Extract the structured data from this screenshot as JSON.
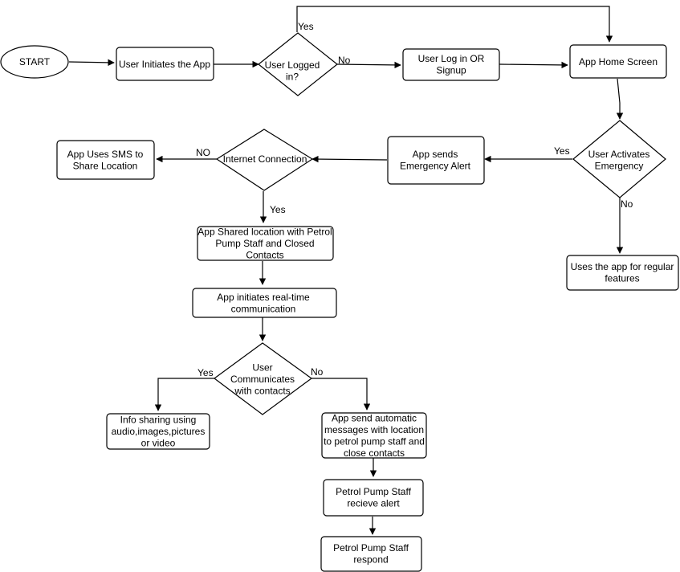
{
  "nodes": {
    "start": [
      "START"
    ],
    "initiate": [
      "User Initiates the App"
    ],
    "logged_in": [
      "User Logged",
      "in?"
    ],
    "login_signup": [
      "User Log in OR",
      "Signup"
    ],
    "home": [
      "App Home Screen"
    ],
    "activates": [
      "User Activates",
      "Emergency"
    ],
    "regular": [
      "Uses the app for regular",
      "features"
    ],
    "alert": [
      "App sends",
      "Emergency Alert"
    ],
    "internet": [
      "Internet Connection"
    ],
    "sms": [
      "App Uses SMS to",
      "Share Location"
    ],
    "shared": [
      "App Shared location with Petrol",
      "Pump Staff and Closed",
      "Contacts"
    ],
    "realtime": [
      "App initiates real-time",
      "communication"
    ],
    "communicates": [
      "User",
      "Communicates",
      "with contacts"
    ],
    "info": [
      "Info sharing using",
      "audio,images,pictures",
      "or video"
    ],
    "auto": [
      "App send automatic",
      "messages with location",
      "to petrol pump staff and",
      "close contacts"
    ],
    "receive": [
      "Petrol Pump Staff",
      "recieve alert"
    ],
    "respond": [
      "Petrol Pump Staff",
      "respond"
    ]
  },
  "edges": {
    "logged_yes": "Yes",
    "logged_no": "No",
    "activates_yes": "Yes",
    "activates_no": "No",
    "internet_no": "NO",
    "internet_yes": "Yes",
    "comm_yes": "Yes",
    "comm_no": "No"
  }
}
